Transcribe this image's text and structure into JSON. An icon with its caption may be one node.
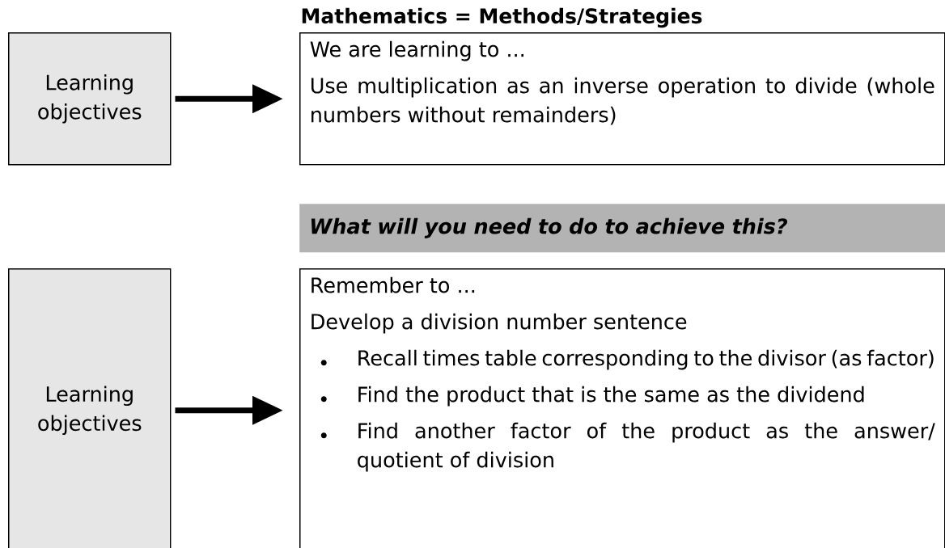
{
  "diagram": {
    "title": "Mathematics = Methods/Strategies",
    "nodes": [
      {
        "text": [
          "Learning objectives"
        ]
      },
      {
        "text": [
          "We are learning to ...",
          "Use multiplication as an inverse operation to divide (whole numbers without remainders)"
        ]
      },
      {
        "text": [
          "What will you need to do to achieve this?"
        ]
      },
      {
        "text": [
          "Learning objectives"
        ]
      },
      {
        "text": [
          "Remember to ...",
          "Develop a division number sentence",
          "Recall times table corresponding to the divisor (as factor)",
          "Find the product that is the same as the dividend",
          "Find another factor of the product as the answer/ quotient of division"
        ]
      }
    ],
    "edges": [
      {
        "from": 0,
        "to": 1,
        "arrow": "to"
      },
      {
        "from": 3,
        "to": 4,
        "arrow": "to"
      }
    ]
  }
}
